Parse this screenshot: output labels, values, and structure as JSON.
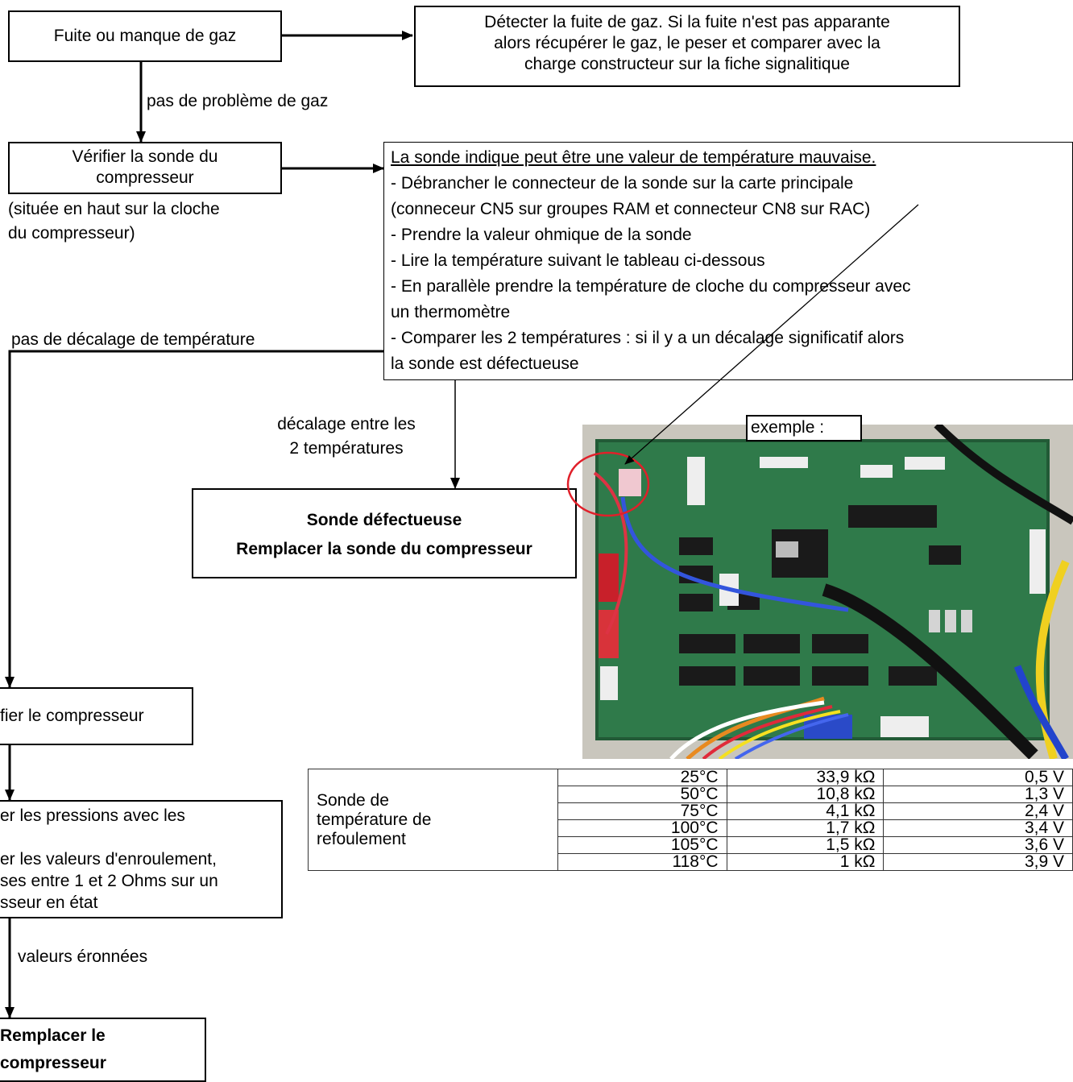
{
  "boxes": {
    "gaz_leak": "Fuite ou manque de gaz",
    "detect_leak": [
      "Détecter la fuite de gaz. Si la fuite n'est pas apparante",
      "alors récupérer le gaz, le peser et comparer avec la",
      "charge constructeur sur la fiche signalitique"
    ],
    "check_sensor": [
      "Vérifier la sonde du",
      "compresseur"
    ],
    "sensor_location": [
      "(située en haut sur la cloche",
      "du compresseur)"
    ],
    "sensor_info_title": "La sonde indique peut être une valeur de température mauvaise.",
    "sensor_info_lines": [
      " - Débrancher le connecteur de la sonde sur la carte principale",
      "(conneceur CN5 sur groupes RAM et connecteur CN8 sur RAC)",
      " - Prendre la valeur ohmique de la sonde",
      " - Lire la température suivant le tableau ci-dessous",
      " - En parallèle prendre la température de cloche du compresseur avec",
      "un thermomètre",
      " - Comparer les 2 températures : si il y a un décalage significatif alors",
      "la sonde est défectueuse"
    ],
    "faulty_sensor": [
      "Sonde défectueuse",
      "Remplacer la sonde du compresseur"
    ],
    "check_compressor": "fier le compresseur",
    "compressor_checks": [
      "er les pressions avec les",
      "",
      "er les valeurs d'enroulement,",
      "ses entre 1 et 2 Ohms sur un",
      "sseur en état"
    ],
    "replace_compressor": [
      "Remplacer le",
      "compresseur"
    ]
  },
  "labels": {
    "no_gas_problem": "pas de problème de gaz",
    "no_temp_offset": "pas de décalage de température",
    "offset_between": [
      "décalage entre les",
      "2 températures"
    ],
    "bad_values": "valeurs éronnées",
    "example": "exemple :"
  },
  "table": {
    "name": [
      "Sonde de",
      "température de",
      "refoulement"
    ],
    "rows": [
      [
        "25°C",
        "33,9 kΩ",
        "0,5 V"
      ],
      [
        "50°C",
        "10,8 kΩ",
        "1,3 V"
      ],
      [
        "75°C",
        "4,1 kΩ",
        "2,4 V"
      ],
      [
        "100°C",
        "1,7 kΩ",
        "3,4 V"
      ],
      [
        "105°C",
        "1,5 kΩ",
        "3,6 V"
      ],
      [
        "118°C",
        "1 kΩ",
        "3,9 V"
      ]
    ]
  },
  "colors": {
    "pcb_green": "#2f7a4a",
    "highlight_red": "#e0202a"
  }
}
